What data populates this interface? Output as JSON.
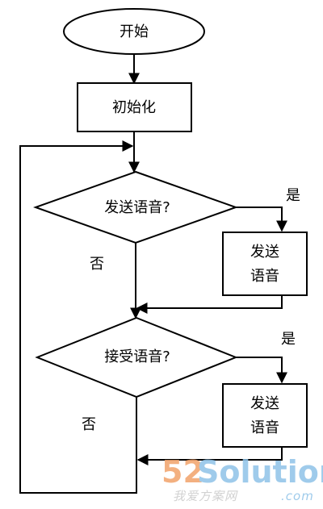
{
  "nodes": {
    "start": "开始",
    "init": "初始化",
    "decision_send": "发送语音?",
    "process_send": [
      "发送",
      "语音"
    ],
    "decision_receive": "接受语音?",
    "process_receive": [
      "发送",
      "语音"
    ]
  },
  "edge_labels": {
    "send_yes": "是",
    "send_no": "否",
    "receive_yes": "是",
    "receive_no": "否"
  },
  "watermark": {
    "brand_digits": "52",
    "brand_text": "Solution",
    "sub_text": "我爱方案网",
    "domain": ".com",
    "colors": {
      "orange": "#f2a36b",
      "blue": "#8fc3e8",
      "grey": "#c9c9c9"
    }
  }
}
